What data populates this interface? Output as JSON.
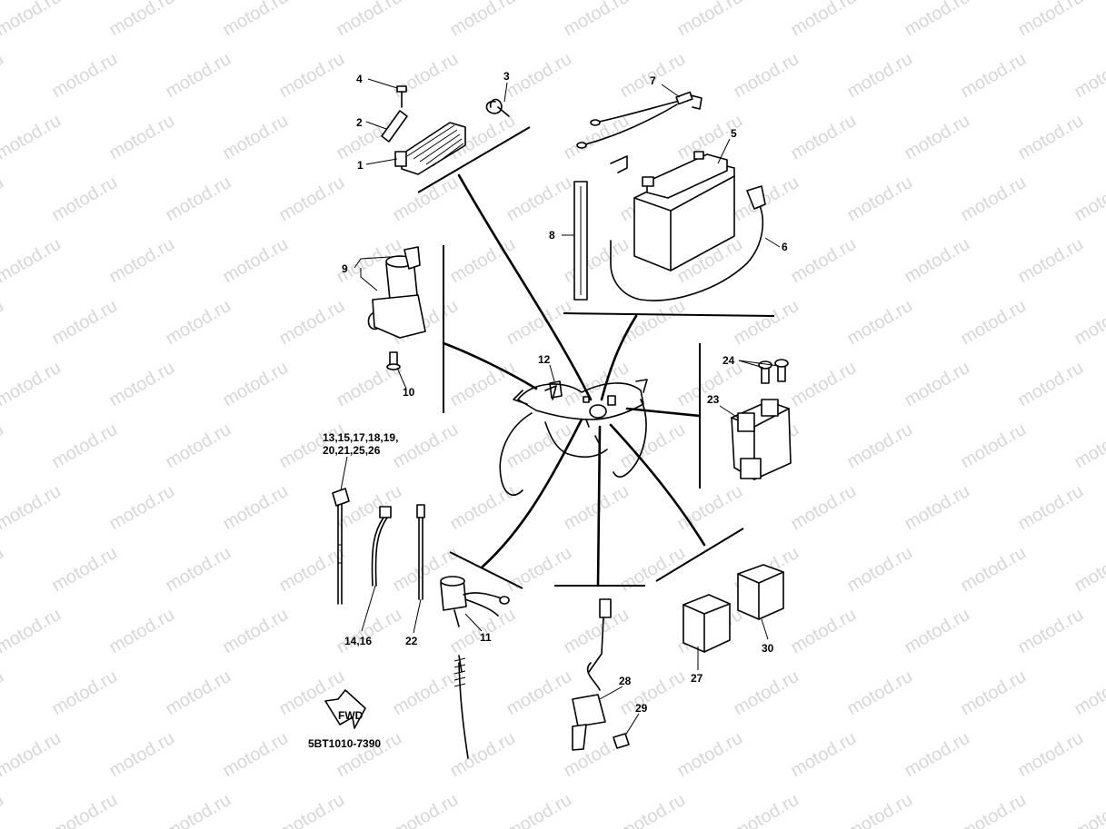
{
  "watermark": "motod.ru",
  "code": "5BT1010-7390",
  "fwd": "FWD",
  "labels": {
    "l1": "1",
    "l2": "2",
    "l3": "3",
    "l4": "4",
    "l5": "5",
    "l6": "6",
    "l7": "7",
    "l8": "8",
    "l9": "9",
    "l10": "10",
    "l11": "11",
    "l12": "12",
    "l13a": "13,15,17,18,19,",
    "l13b": "20,21,25,26",
    "l14": "14,16",
    "l22": "22",
    "l23": "23",
    "l24": "24",
    "l27": "27",
    "l28": "28",
    "l29": "29",
    "l30": "30"
  }
}
